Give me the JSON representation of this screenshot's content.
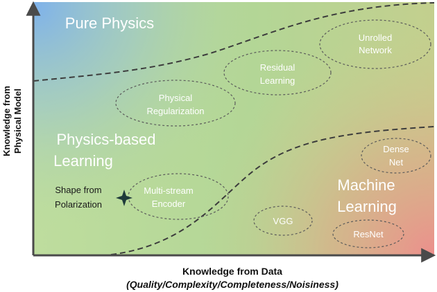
{
  "regions": {
    "pure_physics": "Pure Physics",
    "physics_based": [
      "Physics-based",
      "Learning"
    ],
    "machine_learning": [
      "Machine",
      "Learning"
    ]
  },
  "methods": {
    "unrolled_network": [
      "Unrolled",
      "Network"
    ],
    "residual_learning": [
      "Residual",
      "Learning"
    ],
    "physical_regularization": [
      "Physical",
      "Regularization"
    ],
    "dense_net": [
      "Dense",
      "Net"
    ],
    "multi_stream_encoder": [
      "Multi-stream",
      "Encoder"
    ],
    "vgg": "VGG",
    "resnet": "ResNet"
  },
  "highlight": {
    "label": [
      "Shape from",
      "Polarization"
    ],
    "marker_icon": "four-point-star-icon"
  },
  "axes": {
    "y_title": [
      "Knowledge from",
      "Physical Model"
    ],
    "x_title": "Knowledge from Data",
    "x_subtitle": "(Quality/Complexity/Completeness/Noisiness)"
  },
  "colors": {
    "pure_physics_blue": "#86b8e6",
    "physics_green": "#b8d99a",
    "machine_learning_red": "#e79a92",
    "boundary": "#3c3c3c",
    "ellipse_stroke": "#5a5a5a"
  }
}
